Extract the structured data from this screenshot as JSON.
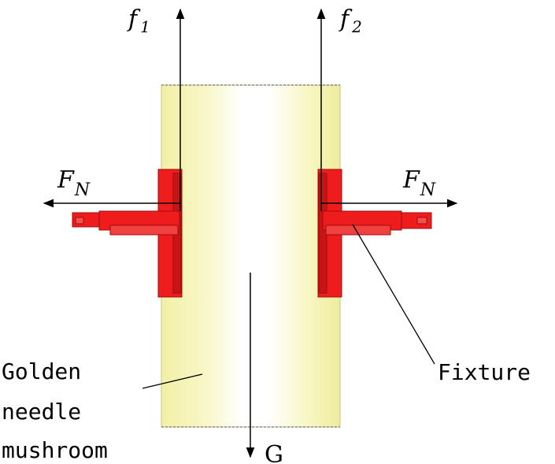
{
  "labels": {
    "f1": "f",
    "f1_sub": "1",
    "f2": "f",
    "f2_sub": "2",
    "fn_left": "F",
    "fn_left_sub": "N",
    "fn_right": "F",
    "fn_right_sub": "N",
    "gravity": "G",
    "fixture": "Fixture",
    "mushroom_line1": "Golden",
    "mushroom_line2": "needle",
    "mushroom_line3": "mushroom"
  },
  "colors": {
    "mushroom_fill": "#f6f4b8",
    "mushroom_highlight": "#ffffff",
    "fixture_fill": "#ee1c1c",
    "fixture_edge": "#9a0a0a",
    "arrow": "#000000"
  }
}
